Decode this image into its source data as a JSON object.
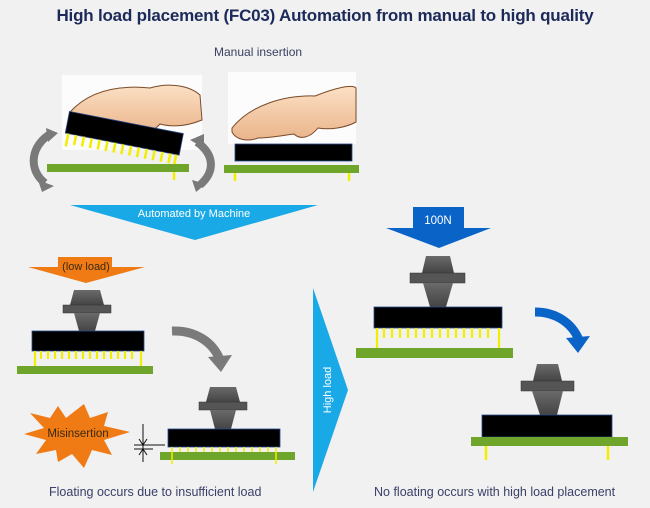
{
  "title": "High load placement (FC03) Automation from manual to high quality",
  "manual": {
    "label": "Manual insertion"
  },
  "automated": {
    "label": "Automated by Machine",
    "color": "#19a9e6"
  },
  "low_load": {
    "label": "(low load)",
    "color": "#f07a14"
  },
  "misinsertion": {
    "label": "Misinsertion",
    "color": "#f07a14"
  },
  "high_load": {
    "label": "High load",
    "color": "#19a9e6"
  },
  "force": {
    "label": "100N",
    "color": "#0a64c8"
  },
  "captions": {
    "left": "Floating occurs due to insufficient load",
    "right": "No floating occurs with high load placement"
  },
  "colors": {
    "background": "#f1f1f1",
    "title": "#1c2a5a",
    "component_body": "#000000",
    "pcb": "#6fa52a",
    "pins": "#f2ee00",
    "tool": "#555555",
    "gray_arrow": "#7a7a7a",
    "blue_arrow": "#0a64c8"
  }
}
